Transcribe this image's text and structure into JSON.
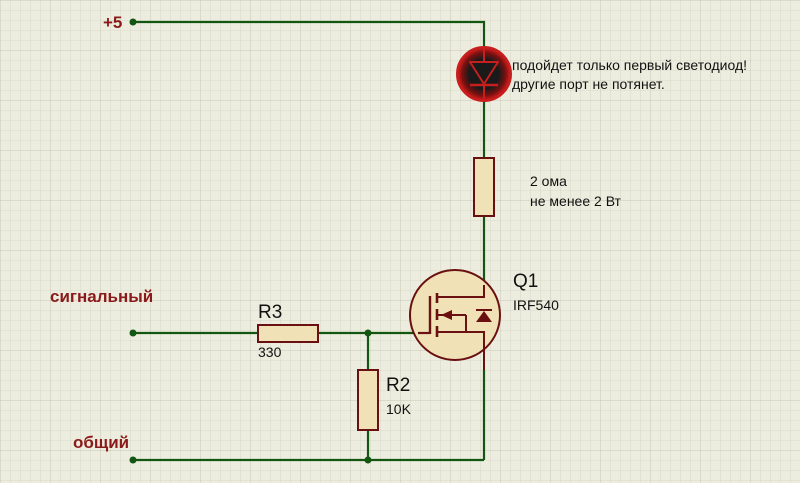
{
  "colors": {
    "background": "#ededdf",
    "grid_minor": "#d4d4c4",
    "grid_major": "#c6c6b4",
    "wire": "#125612",
    "component_outline": "#6a1010",
    "component_fill": "#f0e2b6",
    "led_fill": "#1a1a1a",
    "led_glow": "#c81e1e",
    "net_label": "#8b1a1a"
  },
  "nets": {
    "plus5": "+5",
    "signal": "сигнальный",
    "ground": "общий"
  },
  "components": {
    "led": {
      "icon": "led-diode-icon",
      "note_line1": "подойдет только первый светодиод!",
      "note_line2": "другие порт не потянет."
    },
    "r_top": {
      "value_line1": "2 ома",
      "value_line2": "не менее 2 Вт"
    },
    "q1": {
      "icon": "n-mosfet-icon",
      "ref": "Q1",
      "part": "IRF540"
    },
    "r3": {
      "ref": "R3",
      "value": "330"
    },
    "r2": {
      "ref": "R2",
      "value": "10K"
    }
  }
}
